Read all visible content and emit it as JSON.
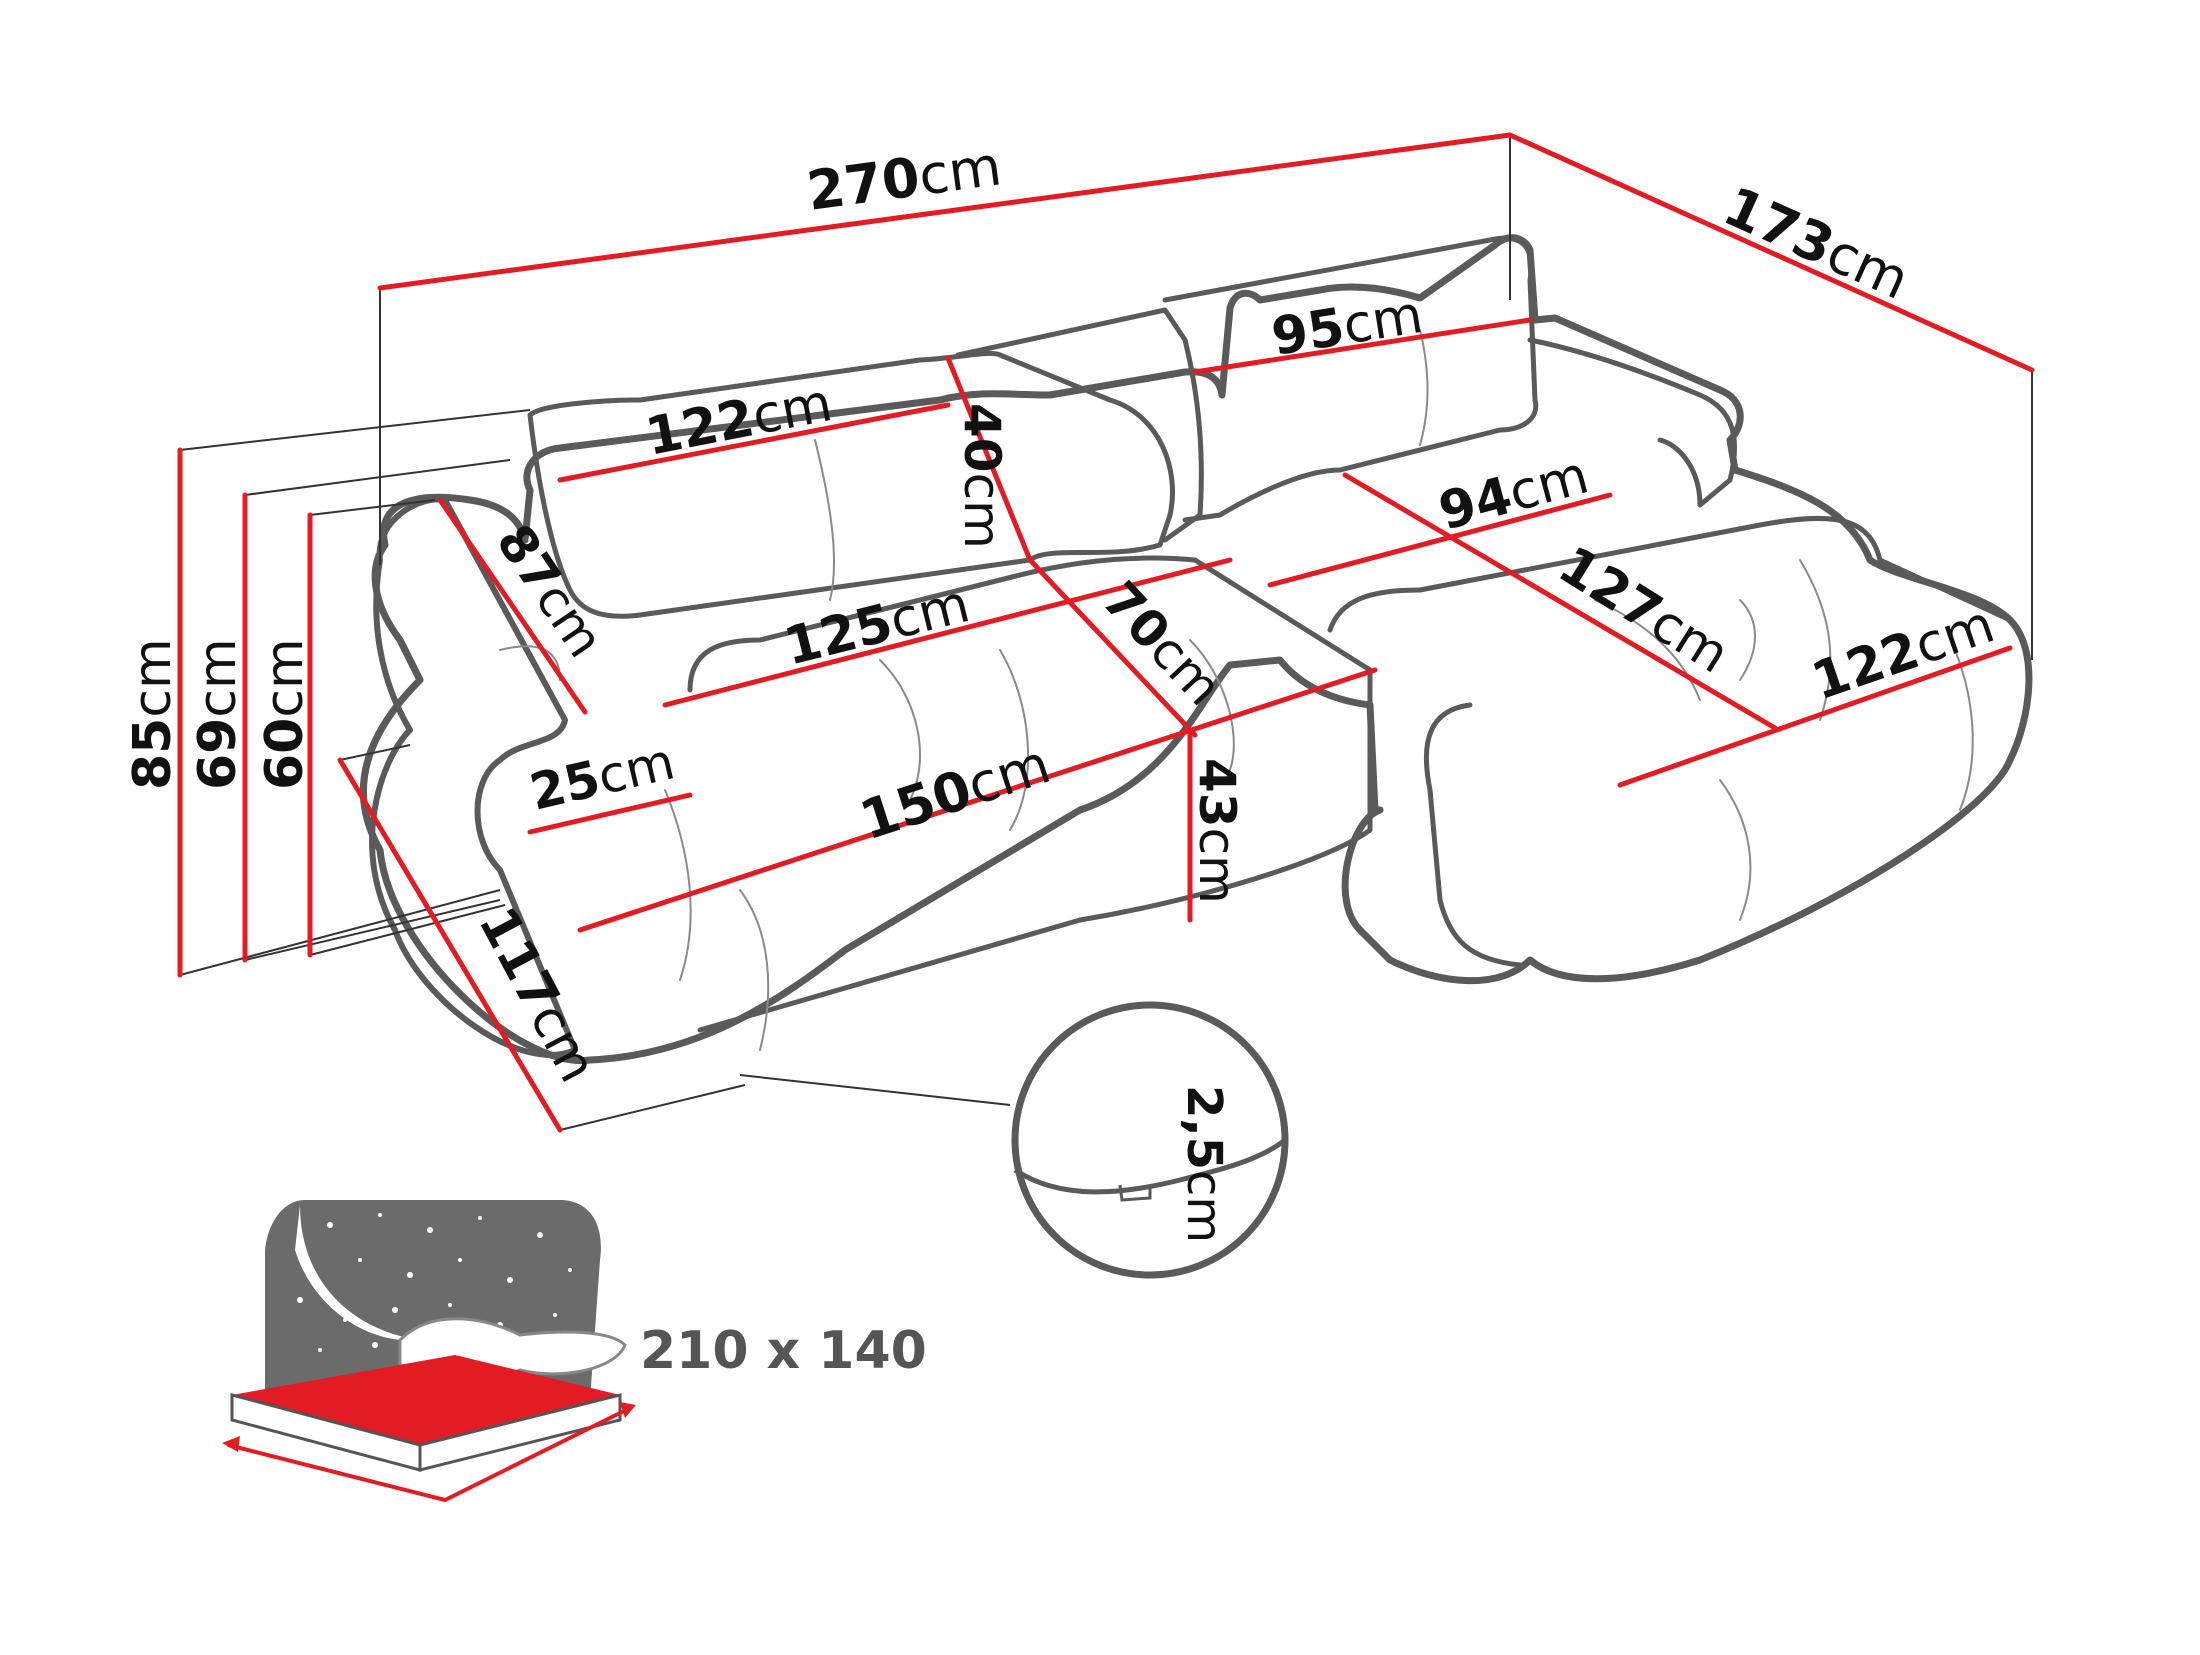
{
  "colors": {
    "dimension_line": "#e31b23",
    "guide_line": "#333333",
    "outline": "#5a5a5a",
    "seam": "#8a8a8a",
    "text": "#111111",
    "bed_night": "#6b6b6b",
    "mattress": "#e31b23",
    "bed_caption": "#555555"
  },
  "unit": "cm",
  "dimensions": {
    "overall_width": "270",
    "overall_depth": "173",
    "back_cushion_right": "95",
    "back_cushion_left": "122",
    "back_cushion_height": "40",
    "armrest_depth": "87",
    "seat_depth_back": "125",
    "seat_depth": "70",
    "chaise_seat": "94",
    "chaise_length": "127",
    "chaise_width": "122",
    "armrest_width": "25",
    "front_seat_width": "150",
    "seat_height": "43",
    "total_height": "85",
    "back_height": "69",
    "armrest_height": "60",
    "side_depth": "117",
    "leg_height": "2,5"
  },
  "sleeping_area": {
    "label": "210 x 140",
    "icon": "bed-icon"
  }
}
